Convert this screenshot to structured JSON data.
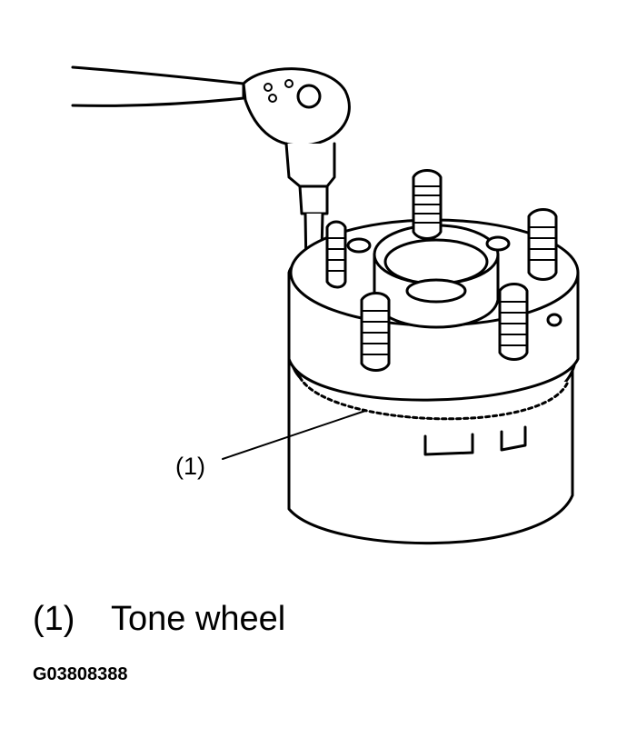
{
  "callout": {
    "number": "(1)"
  },
  "legend": {
    "number": "(1)",
    "text": "Tone wheel"
  },
  "figure_id": "G03808388",
  "colors": {
    "ink": "#000000",
    "paper": "#ffffff"
  },
  "icons": [
    "wrench-icon",
    "hub-assembly-icon"
  ]
}
